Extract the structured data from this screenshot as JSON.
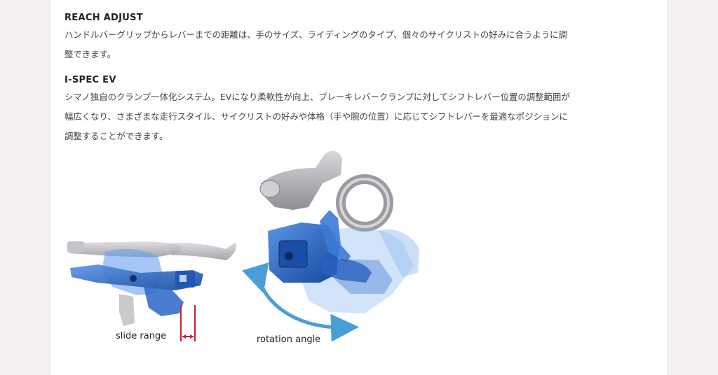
{
  "sections": [
    {
      "heading": "REACH ADJUST",
      "lines": [
        "ハンドルバーグリップからレバーまでの距離は、手のサイズ、ライディングのタイプ、個々のサイクリストの好みに合うように調",
        "整できます。"
      ]
    },
    {
      "heading": "I-SPEC EV",
      "lines": [
        "シマノ独自のクランプ一体化システム。EVになり柔軟性が向上、ブレーキレバークランプに対してシフトレバー位置の調整範囲が",
        "幅広くなり、さまざまな走行スタイル、サイクリストの好みや体格（手や腕の位置）に応じてシフトレバーを最適なポジションに",
        "調整することができます。"
      ]
    }
  ],
  "figure": {
    "captions": {
      "slide": "slide range",
      "rotation": "rotation angle"
    },
    "colors": {
      "blue": "#1e5fc0",
      "blue_light": "#5a93e0",
      "gray": "#a9a9ad",
      "red": "#c8202a",
      "arrow": "#4a9ed6"
    }
  }
}
